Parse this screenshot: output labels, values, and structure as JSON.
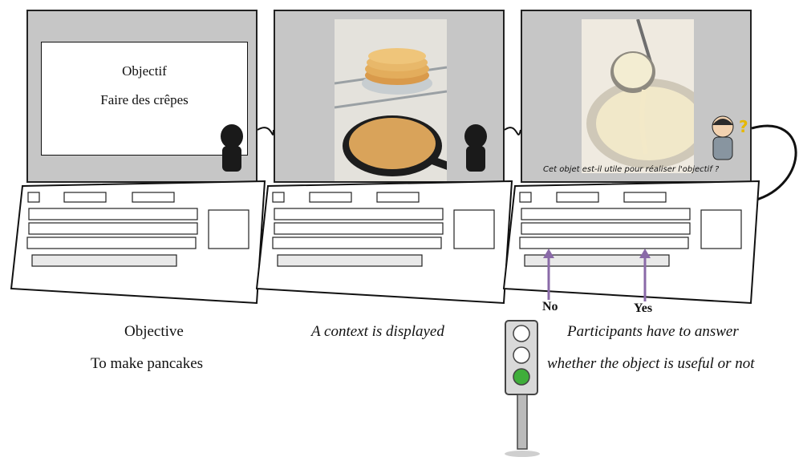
{
  "panel_1": {
    "screen_title": "Objectif",
    "screen_subtitle": "Faire des crêpes",
    "caption_title": "Objective",
    "caption_subtitle": "To make pancakes"
  },
  "panel_2": {
    "caption": "A context is displayed"
  },
  "panel_3": {
    "screen_question": "Cet objet est-il utile pour réaliser l'objectif  ?",
    "question_mark": "?",
    "caption_line1": "Participants have to answer",
    "caption_line2": "whether the object is useful or not",
    "key_no": "No",
    "key_yes": "Yes"
  },
  "colors": {
    "screen_grey": "#c6c6c6",
    "arrow_purple": "#8a6aa8",
    "traffic_light_green": "#3fae3a"
  },
  "icons": [
    "person-silhouette-icon",
    "thinking-person-icon",
    "traffic-light-icon",
    "keyboard-icon",
    "pancake-stack-photo",
    "ladle-batter-photo"
  ]
}
